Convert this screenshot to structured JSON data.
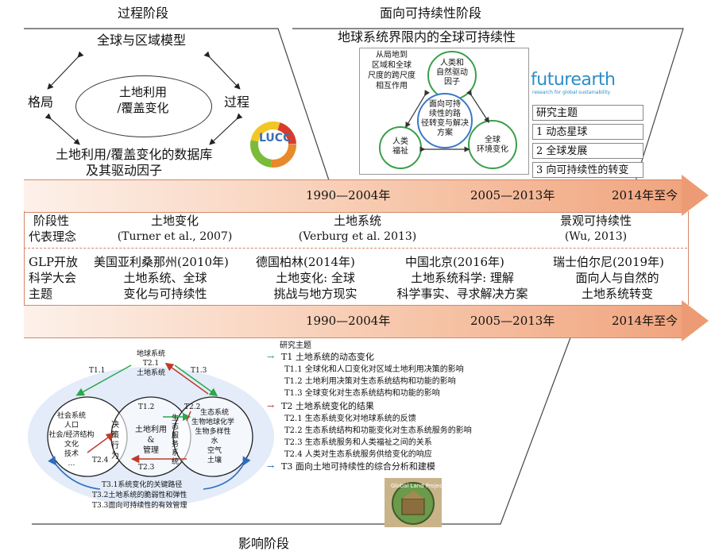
{
  "top_left": {
    "stage": "过程阶段",
    "top": "全球与区域模型",
    "center": [
      "土地利用",
      "/覆盖变化"
    ],
    "left": "格局",
    "right": "过程",
    "bottom": [
      "土地利用/覆盖变化的数据库",
      "及其驱动因子"
    ]
  },
  "top_right": {
    "stage": "面向可持续性阶段",
    "title": "地球系统界限内的全球可持续性",
    "cross_scale": [
      "从局地到",
      "区域和全球",
      "尺度的跨尺度",
      "相互作用"
    ],
    "node_human": [
      "人类和",
      "自然驱动",
      "因子"
    ],
    "node_center": [
      "面向可持",
      "续性的路",
      "径转变与解决",
      "方案"
    ],
    "node_welfare": [
      "人类",
      "福祉"
    ],
    "node_env": [
      "全球",
      "环境变化"
    ],
    "logo": "futurearth",
    "logo_sub": "research for global sustainability",
    "themes_title": "研究主题",
    "themes": [
      "1 动态星球",
      "2 全球发展",
      "3 向可持续性的转变"
    ]
  },
  "band": {
    "years": [
      "1990—2004年",
      "2005—2013年",
      "2014年至今"
    ]
  },
  "concept_row": {
    "label": [
      "阶段性",
      "代表理念"
    ],
    "items": [
      {
        "name": "土地变化",
        "ref": "(Turner et al., 2007)"
      },
      {
        "name": "土地系统",
        "ref": "(Verburg et al. 2013)"
      },
      {
        "name": "景观可持续性",
        "ref": "(Wu, 2013)"
      }
    ]
  },
  "glp_row": {
    "label": [
      "GLP开放",
      "科学大会",
      "主题"
    ],
    "items": [
      {
        "place": "美国亚利桑那州(2010年)",
        "theme": [
          "土地系统、全球",
          "变化与可持续性"
        ]
      },
      {
        "place": "德国柏林(2014年)",
        "theme": [
          "土地变化: 全球",
          "挑战与地方现实"
        ]
      },
      {
        "place": "中国北京(2016年)",
        "theme": [
          "土地系统科学: 理解",
          "科学事实、寻求解决方案"
        ]
      },
      {
        "place": "瑞士伯尔尼(2019年)",
        "theme": [
          "面向人与自然的",
          "土地系统转变"
        ]
      }
    ]
  },
  "bottom": {
    "stage": "影响阶段",
    "earth": [
      "地球系统",
      "T2.1",
      "土地系统"
    ],
    "t11": "T1.1",
    "t13": "T1.3",
    "t12": "T1.2",
    "t23": "T2.3",
    "t22": "T2.2",
    "t24": "T2.4",
    "social": [
      "社会系统",
      "人口",
      "社会/经济结构",
      "文化",
      "技术",
      "…"
    ],
    "decision": [
      "决",
      "策",
      "行",
      "为"
    ],
    "land": [
      "土地利用",
      "&",
      "管理"
    ],
    "eco_service": [
      "生",
      "态",
      "服",
      "务",
      "系",
      "统"
    ],
    "eco": [
      "生态系统",
      "生物地球化学",
      "生物多样性",
      "水",
      "空气",
      "土壤"
    ],
    "t3": [
      "T3.1系统变化的关键路径",
      "T3.2土地系统的脆弱性和弹性",
      "T3.3面向可持续性的有效管理"
    ],
    "logo": "Global Land Project",
    "legend_title": "研究主题",
    "legend": [
      {
        "head": "T1 土地系统的动态变化",
        "color": "#2aa84a",
        "items": [
          "T1.1 全球化和人口变化对区域土地利用决策的影响",
          "T1.2 土地利用决策对生态系统结构和功能的影响",
          "T1.3 全球变化对生态系统结构和功能的影响"
        ]
      },
      {
        "head": "T2 土地系统变化的结果",
        "color": "#c0392b",
        "items": [
          "T2.1 生态系统变化对地球系统的反馈",
          "T2.2 生态系统结构和功能变化对生态系统服务的影响",
          "T2.3 生态系统服务和人类福祉之间的关系",
          "T2.4 人类对生态系统服务供给变化的响应"
        ]
      },
      {
        "head": "T3 面向土地可持续性的综合分析和建模",
        "color": "#2b6cc4",
        "items": []
      }
    ]
  }
}
